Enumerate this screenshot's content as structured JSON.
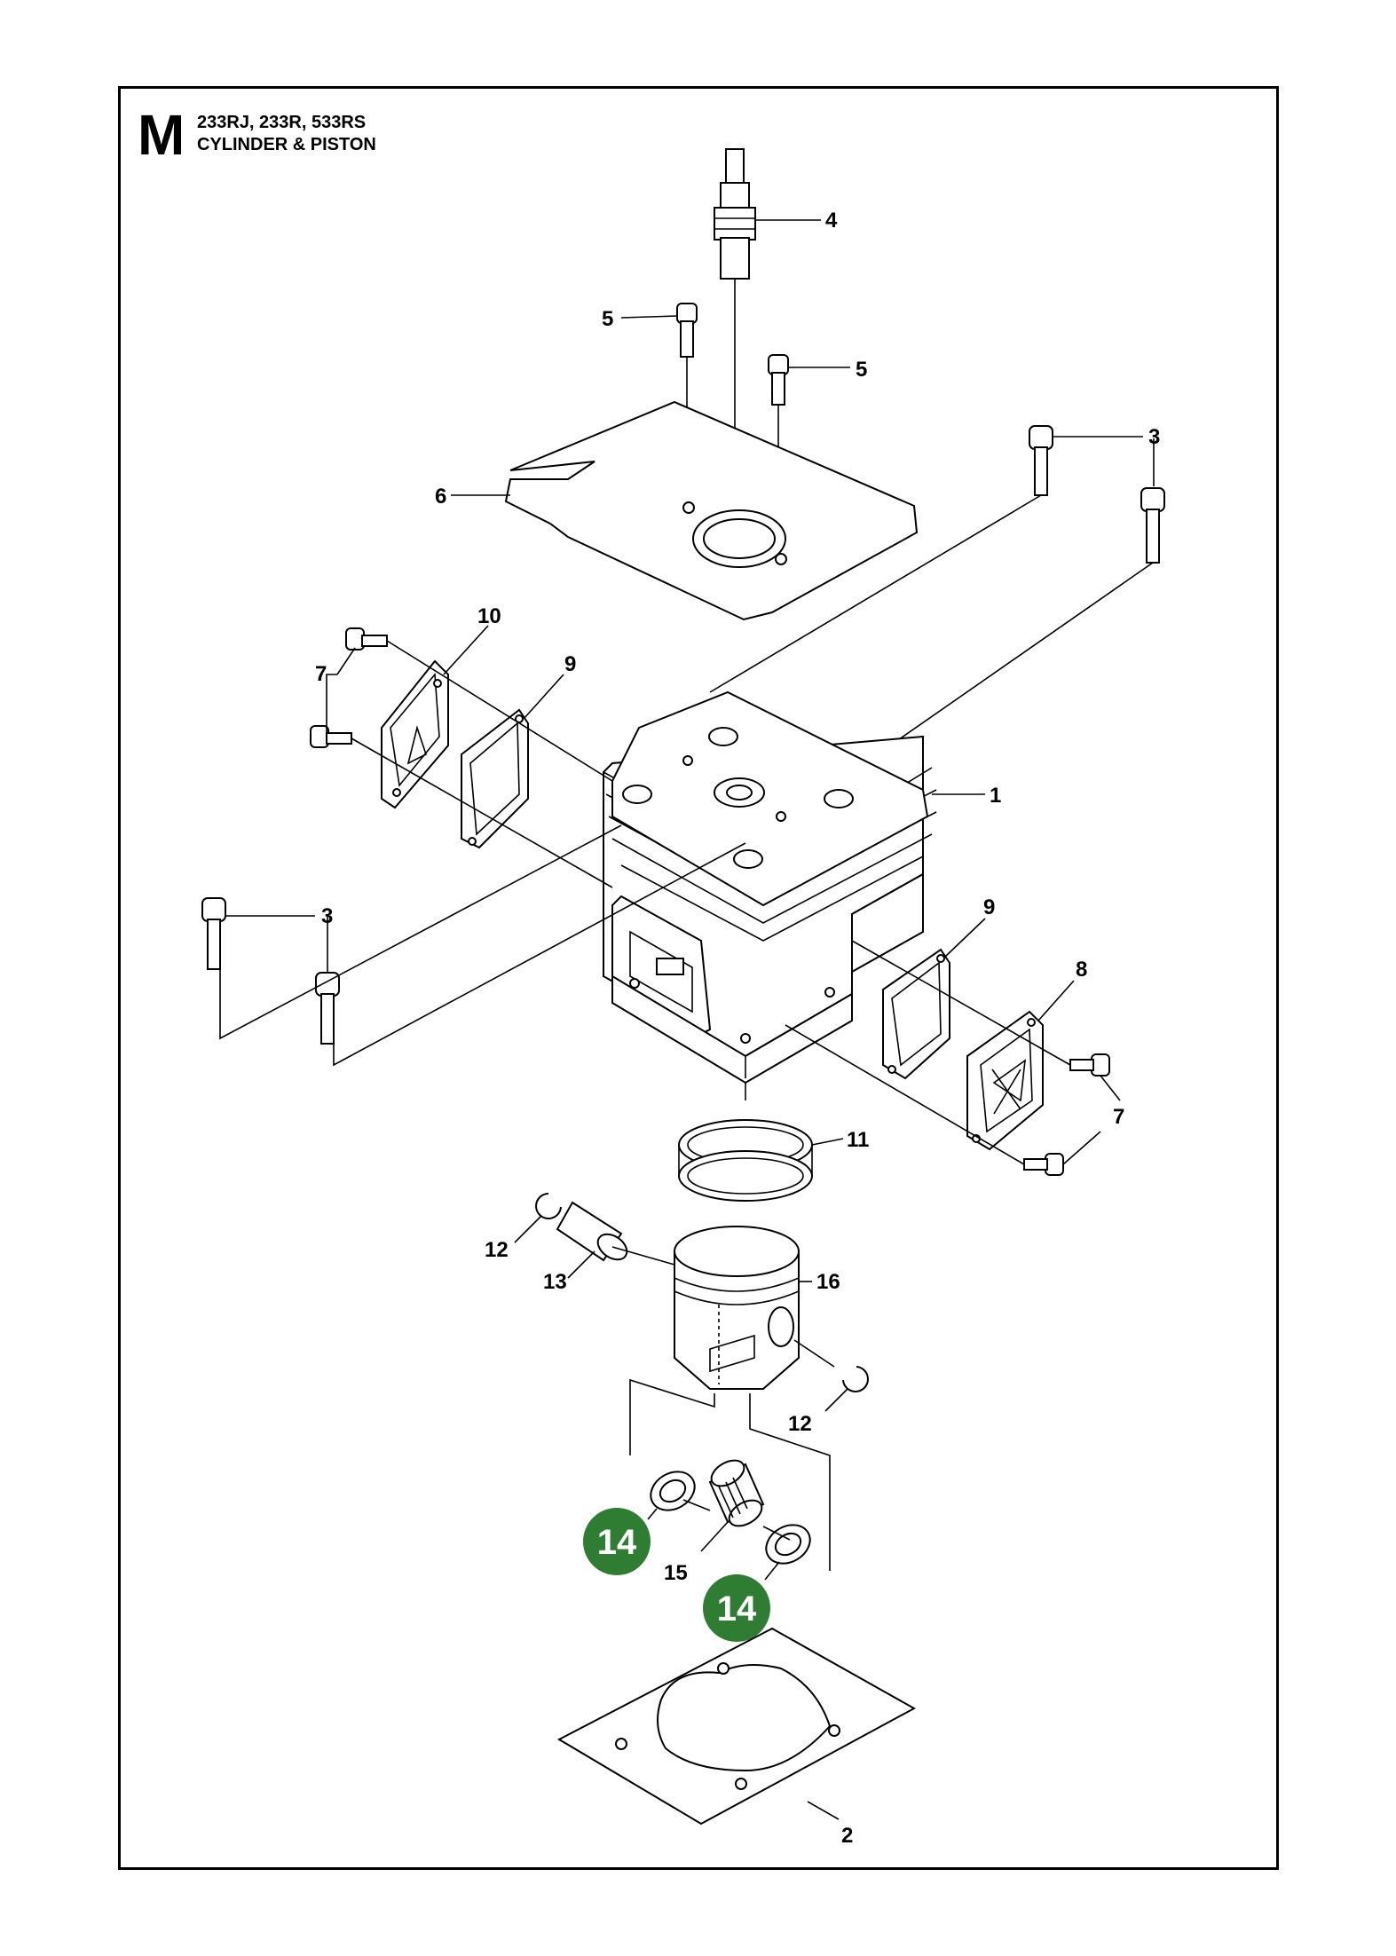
{
  "header": {
    "section_letter": "M",
    "models": "233RJ, 233R, 533RS",
    "title": "CYLINDER & PISTON"
  },
  "colors": {
    "badge": "#2e7d32",
    "line": "#000000"
  },
  "callouts": {
    "c1": "1",
    "c2": "2",
    "c3a": "3",
    "c3b": "3",
    "c4": "4",
    "c5a": "5",
    "c5b": "5",
    "c6": "6",
    "c7a": "7",
    "c7b": "7",
    "c8": "8",
    "c9a": "9",
    "c9b": "9",
    "c10": "10",
    "c11": "11",
    "c12a": "12",
    "c12b": "12",
    "c13": "13",
    "c14a": "14",
    "c14b": "14",
    "c15": "15",
    "c16": "16"
  }
}
